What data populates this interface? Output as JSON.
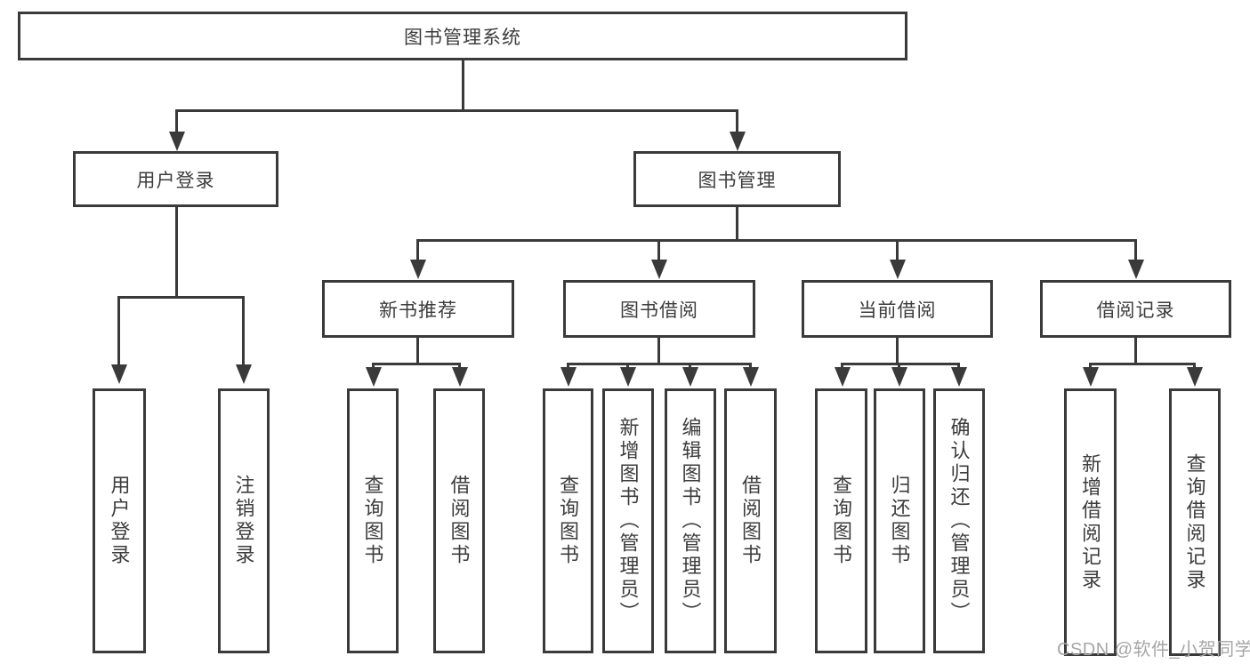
{
  "diagram": {
    "root": {
      "label": "图书管理系统"
    },
    "level2": {
      "user_login": {
        "label": "用户登录"
      },
      "book_management": {
        "label": "图书管理"
      }
    },
    "level3": {
      "new_book": {
        "label": "新书推荐"
      },
      "book_borrow": {
        "label": "图书借阅"
      },
      "current_borrow": {
        "label": "当前借阅"
      },
      "borrow_records": {
        "label": "借阅记录"
      }
    },
    "leaves": {
      "user_login": [
        "用户登录",
        "注销登录"
      ],
      "new_book": [
        "查询图书",
        "借阅图书"
      ],
      "book_borrow": [
        "查询图书",
        "新增图书（管理员）",
        "编辑图书（管理员）",
        "借阅图书"
      ],
      "current_borrow": [
        "查询图书",
        "归还图书",
        "确认归还（管理员）"
      ],
      "borrow_records": [
        "新增借阅记录",
        "查询借阅记录"
      ]
    }
  },
  "watermark": "CSDN @软件_小贺同学",
  "colors": {
    "line": "#3a3a3a",
    "text": "#3c3c3c",
    "watermark": "#a6a6a6",
    "background": "#ffffff"
  }
}
